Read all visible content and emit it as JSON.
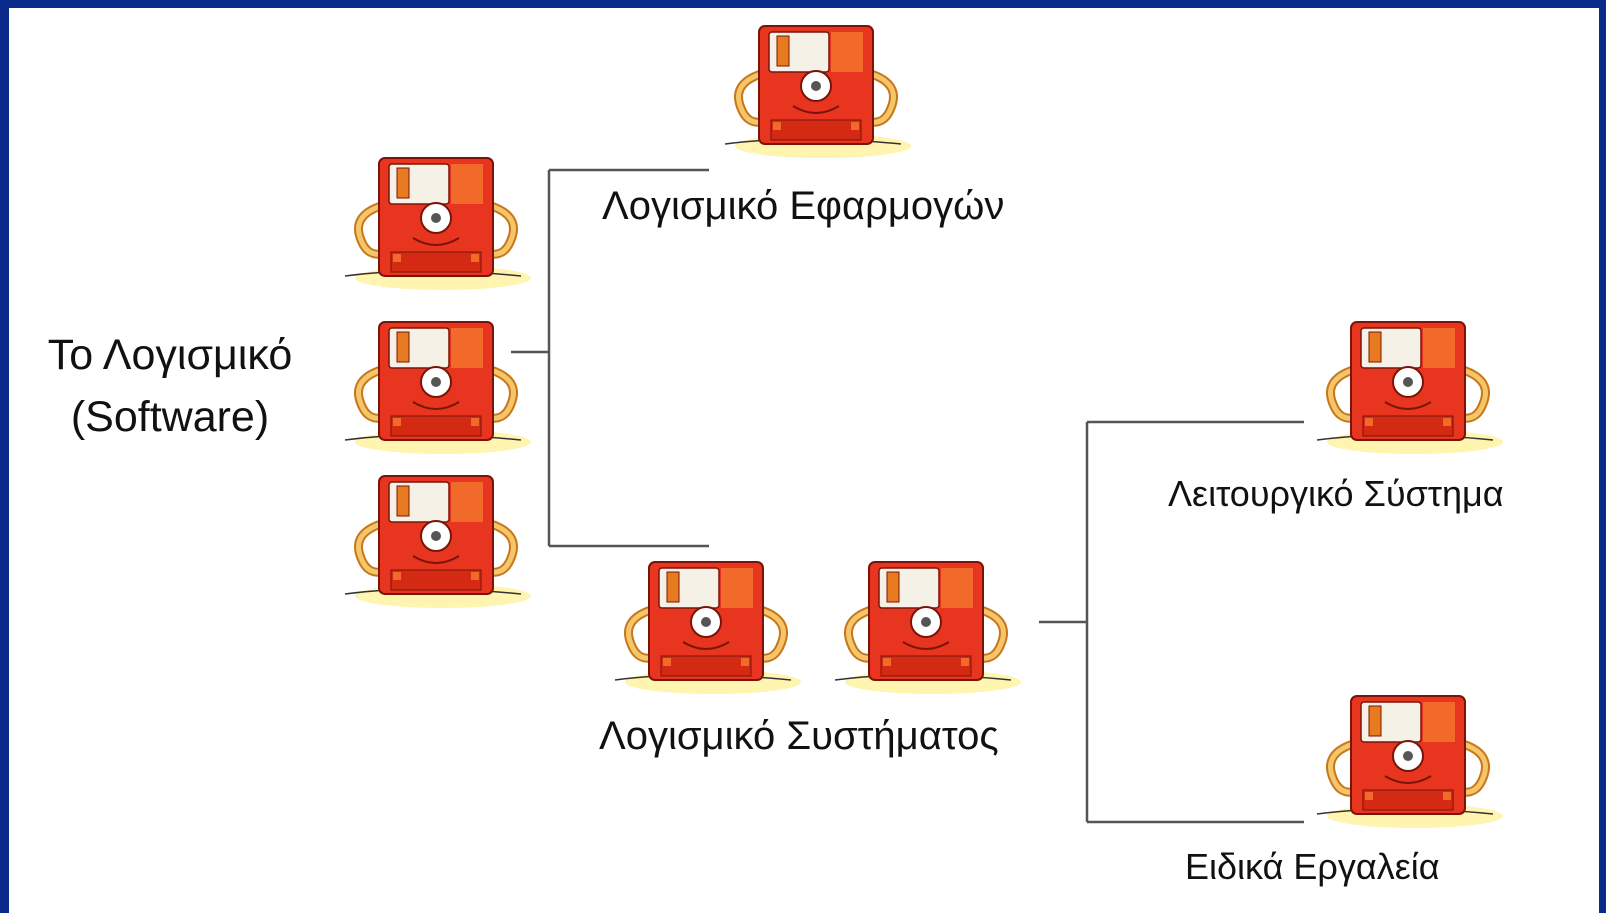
{
  "diagram": {
    "root": {
      "line1": "Το Λογισμικό",
      "line2": "(Software)"
    },
    "application_software": "Λογισμικό Εφαρμογών",
    "system_software": "Λογισμικό Συστήματος",
    "operating_system": "Λειτουργικό Σύστημα",
    "special_tools": "Ειδικά Εργαλεία"
  },
  "icons": {
    "floppy": "floppy-disk-mascot-icon"
  },
  "colors": {
    "frame": "#0a2a8c",
    "background": "#ffffff",
    "connector": "#555555",
    "disk": "#e8351f",
    "disk_shadow": "#fff4b0"
  }
}
